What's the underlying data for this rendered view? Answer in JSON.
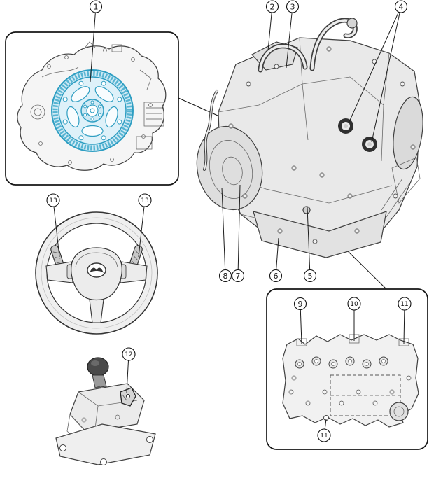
{
  "diagram": {
    "panel_border_color": "#161616",
    "line_color": "#3f3f3f",
    "highlight_fill": "#cfeaf5",
    "highlight_stroke": "#2e9ec2",
    "callouts": [
      {
        "label": "1"
      },
      {
        "label": "2"
      },
      {
        "label": "3"
      },
      {
        "label": "4"
      },
      {
        "label": "5"
      },
      {
        "label": "6"
      },
      {
        "label": "7"
      },
      {
        "label": "8"
      },
      {
        "label": "9"
      },
      {
        "label": "10"
      },
      {
        "label": "11"
      },
      {
        "label": "11"
      },
      {
        "label": "12"
      },
      {
        "label": "13"
      },
      {
        "label": "13"
      }
    ]
  }
}
